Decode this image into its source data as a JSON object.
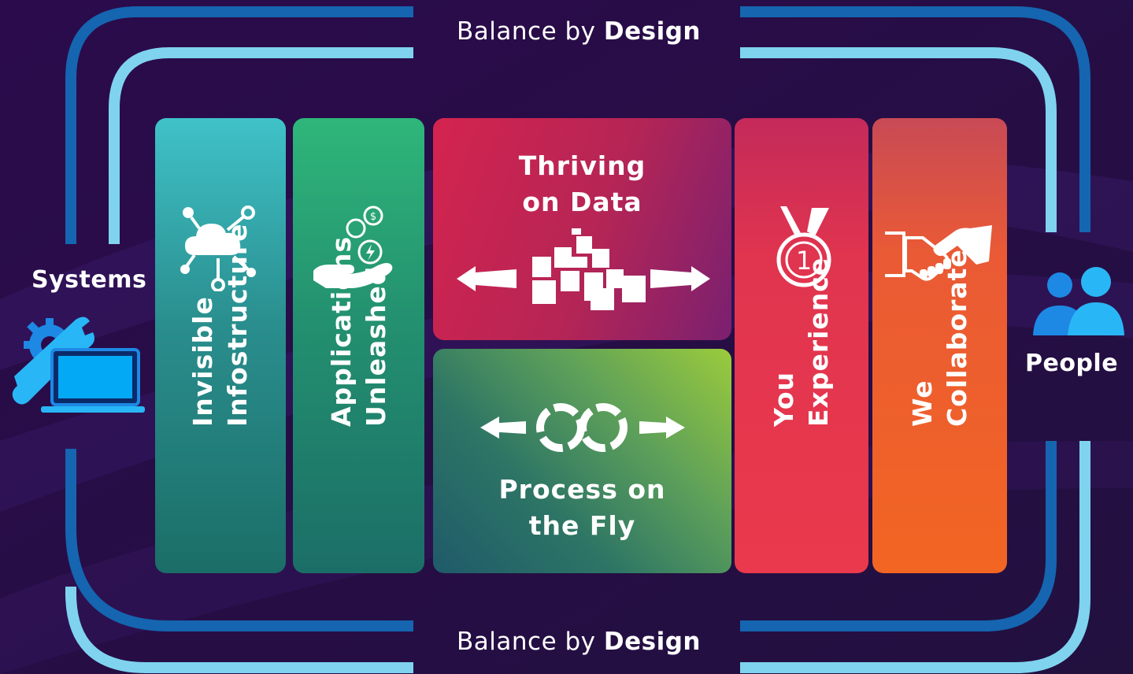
{
  "header": {
    "balance_prefix": "Balance by",
    "balance_bold": "Design"
  },
  "footer": {
    "balance_prefix": "Balance by",
    "balance_bold": "Design"
  },
  "left": {
    "label": "Systems",
    "icon": "laptop-gear-wrench-icon"
  },
  "right": {
    "label": "People",
    "icon": "people-icon"
  },
  "panels": {
    "infrastructure": {
      "line1": "Invisible",
      "line2": "Infostructure",
      "icon": "cloud-network-icon"
    },
    "applications": {
      "line1": "Applications",
      "line2": "Unleashed",
      "icon": "hand-coins-icon"
    },
    "data": {
      "line1": "Thriving",
      "line2": "on Data",
      "icon": "data-blocks-icon"
    },
    "process": {
      "line1": "Process on",
      "line2": "the Fly",
      "icon": "infinity-arrows-icon"
    },
    "experience": {
      "line1": "You",
      "line2": "Experience",
      "icon": "medal-icon"
    },
    "collaborate": {
      "line1": "We",
      "line2": "Collaborate",
      "icon": "handshake-icon"
    }
  },
  "colors": {
    "background": "#2a0a4a",
    "frame_dark": "#1565b0",
    "frame_light": "#7fd3ef",
    "infrastructure_top": "#3fc2c8",
    "applications_top": "#2fb67a",
    "data_left": "#d4244e",
    "process_right": "#8cc63f",
    "experience": "#e8384f",
    "collaborate": "#f26522"
  }
}
